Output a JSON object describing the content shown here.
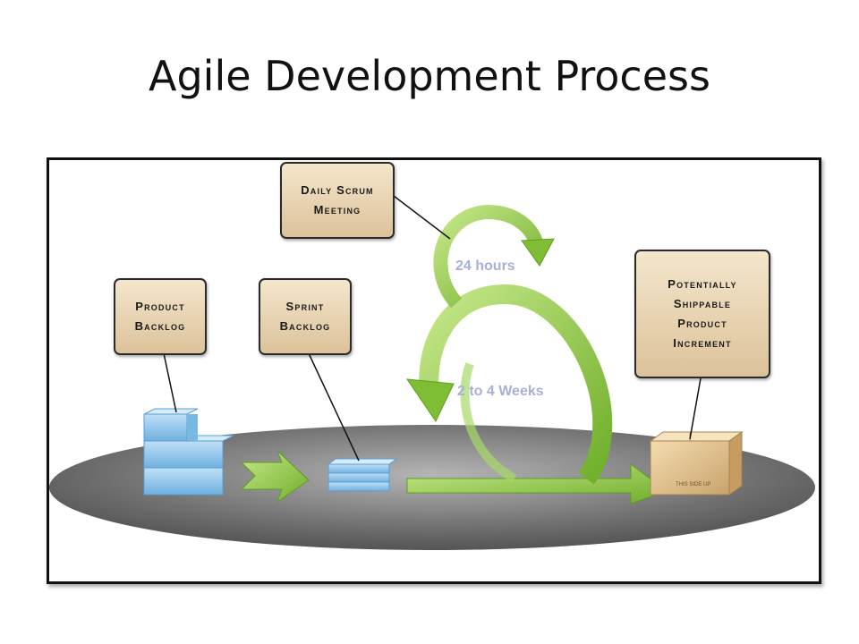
{
  "slide": {
    "title": "Agile Development Process"
  },
  "diagram": {
    "notes": {
      "daily_scrum": "Daily Scrum\nMeeting",
      "product_backlog": "Product\nBacklog",
      "sprint_backlog": "Sprint\nBacklog",
      "increment": "Potentially\nShippable\nProduct\nIncrement"
    },
    "loop_labels": {
      "daily": "24 hours",
      "sprint": "2 to 4 Weeks"
    },
    "box_text": "THIS SIDE UP",
    "colors": {
      "arrow_green": "#8cc63f",
      "platform": "#6d6d6d",
      "backlog_blue": "#8fc4ea",
      "note_fill": "#e8d4b0"
    }
  }
}
